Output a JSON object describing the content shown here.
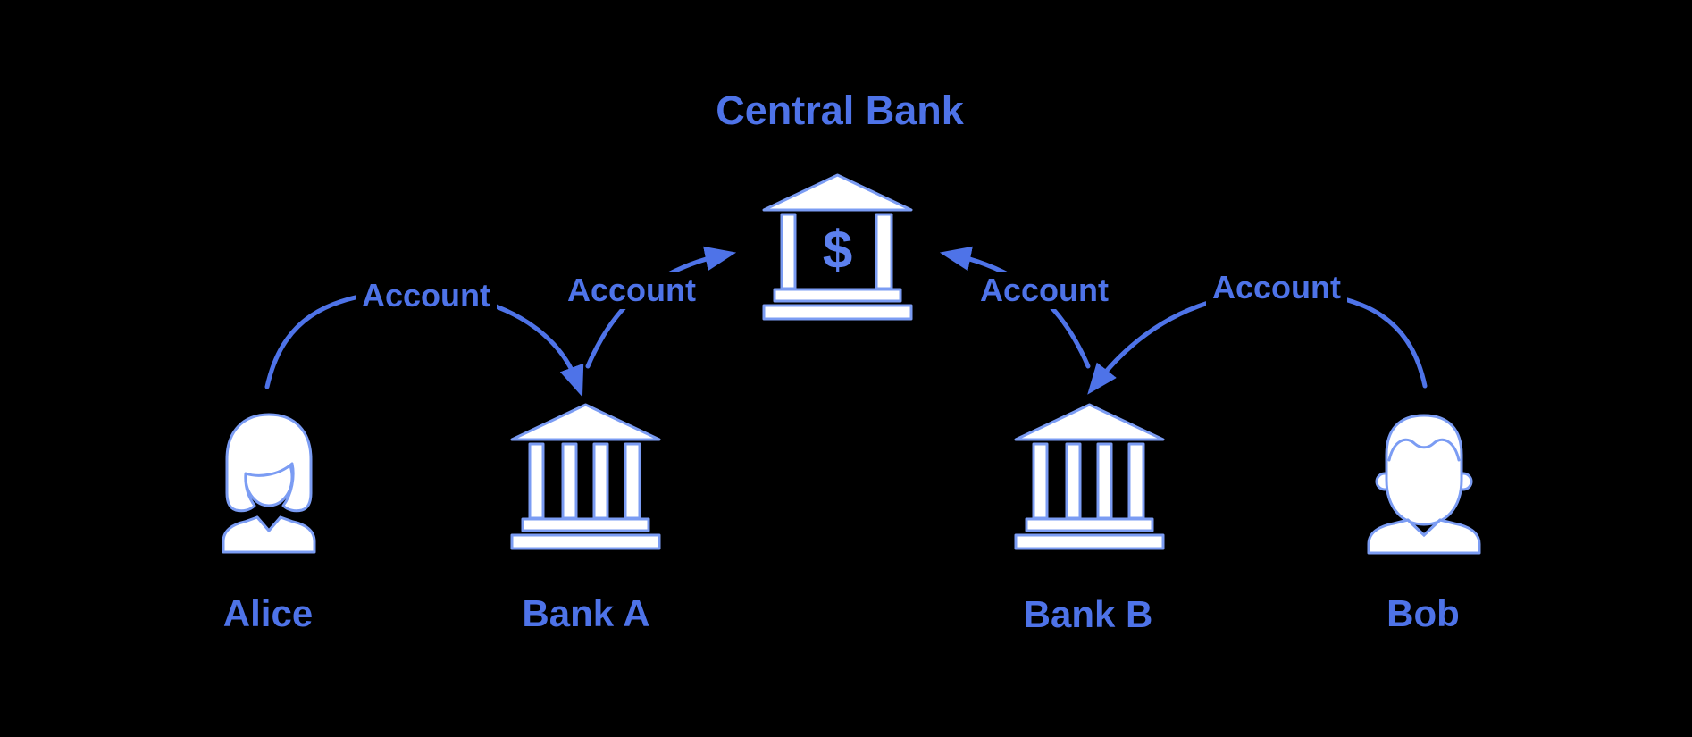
{
  "diagram": {
    "title": "Central Bank",
    "central_bank": {
      "symbol": "$"
    },
    "nodes": {
      "alice": "Alice",
      "bank_a": "Bank A",
      "bank_b": "Bank B",
      "bob": "Bob"
    },
    "edge_labels": {
      "alice_bank_a": "Account",
      "bank_a_central": "Account",
      "bank_b_central": "Account",
      "bob_bank_b": "Account"
    },
    "colors": {
      "background": "#000000",
      "accent": "#4e73e8",
      "icon_outline": "#7b9cf3",
      "icon_fill": "#ffffff",
      "dollar": "#5c80ee"
    }
  }
}
